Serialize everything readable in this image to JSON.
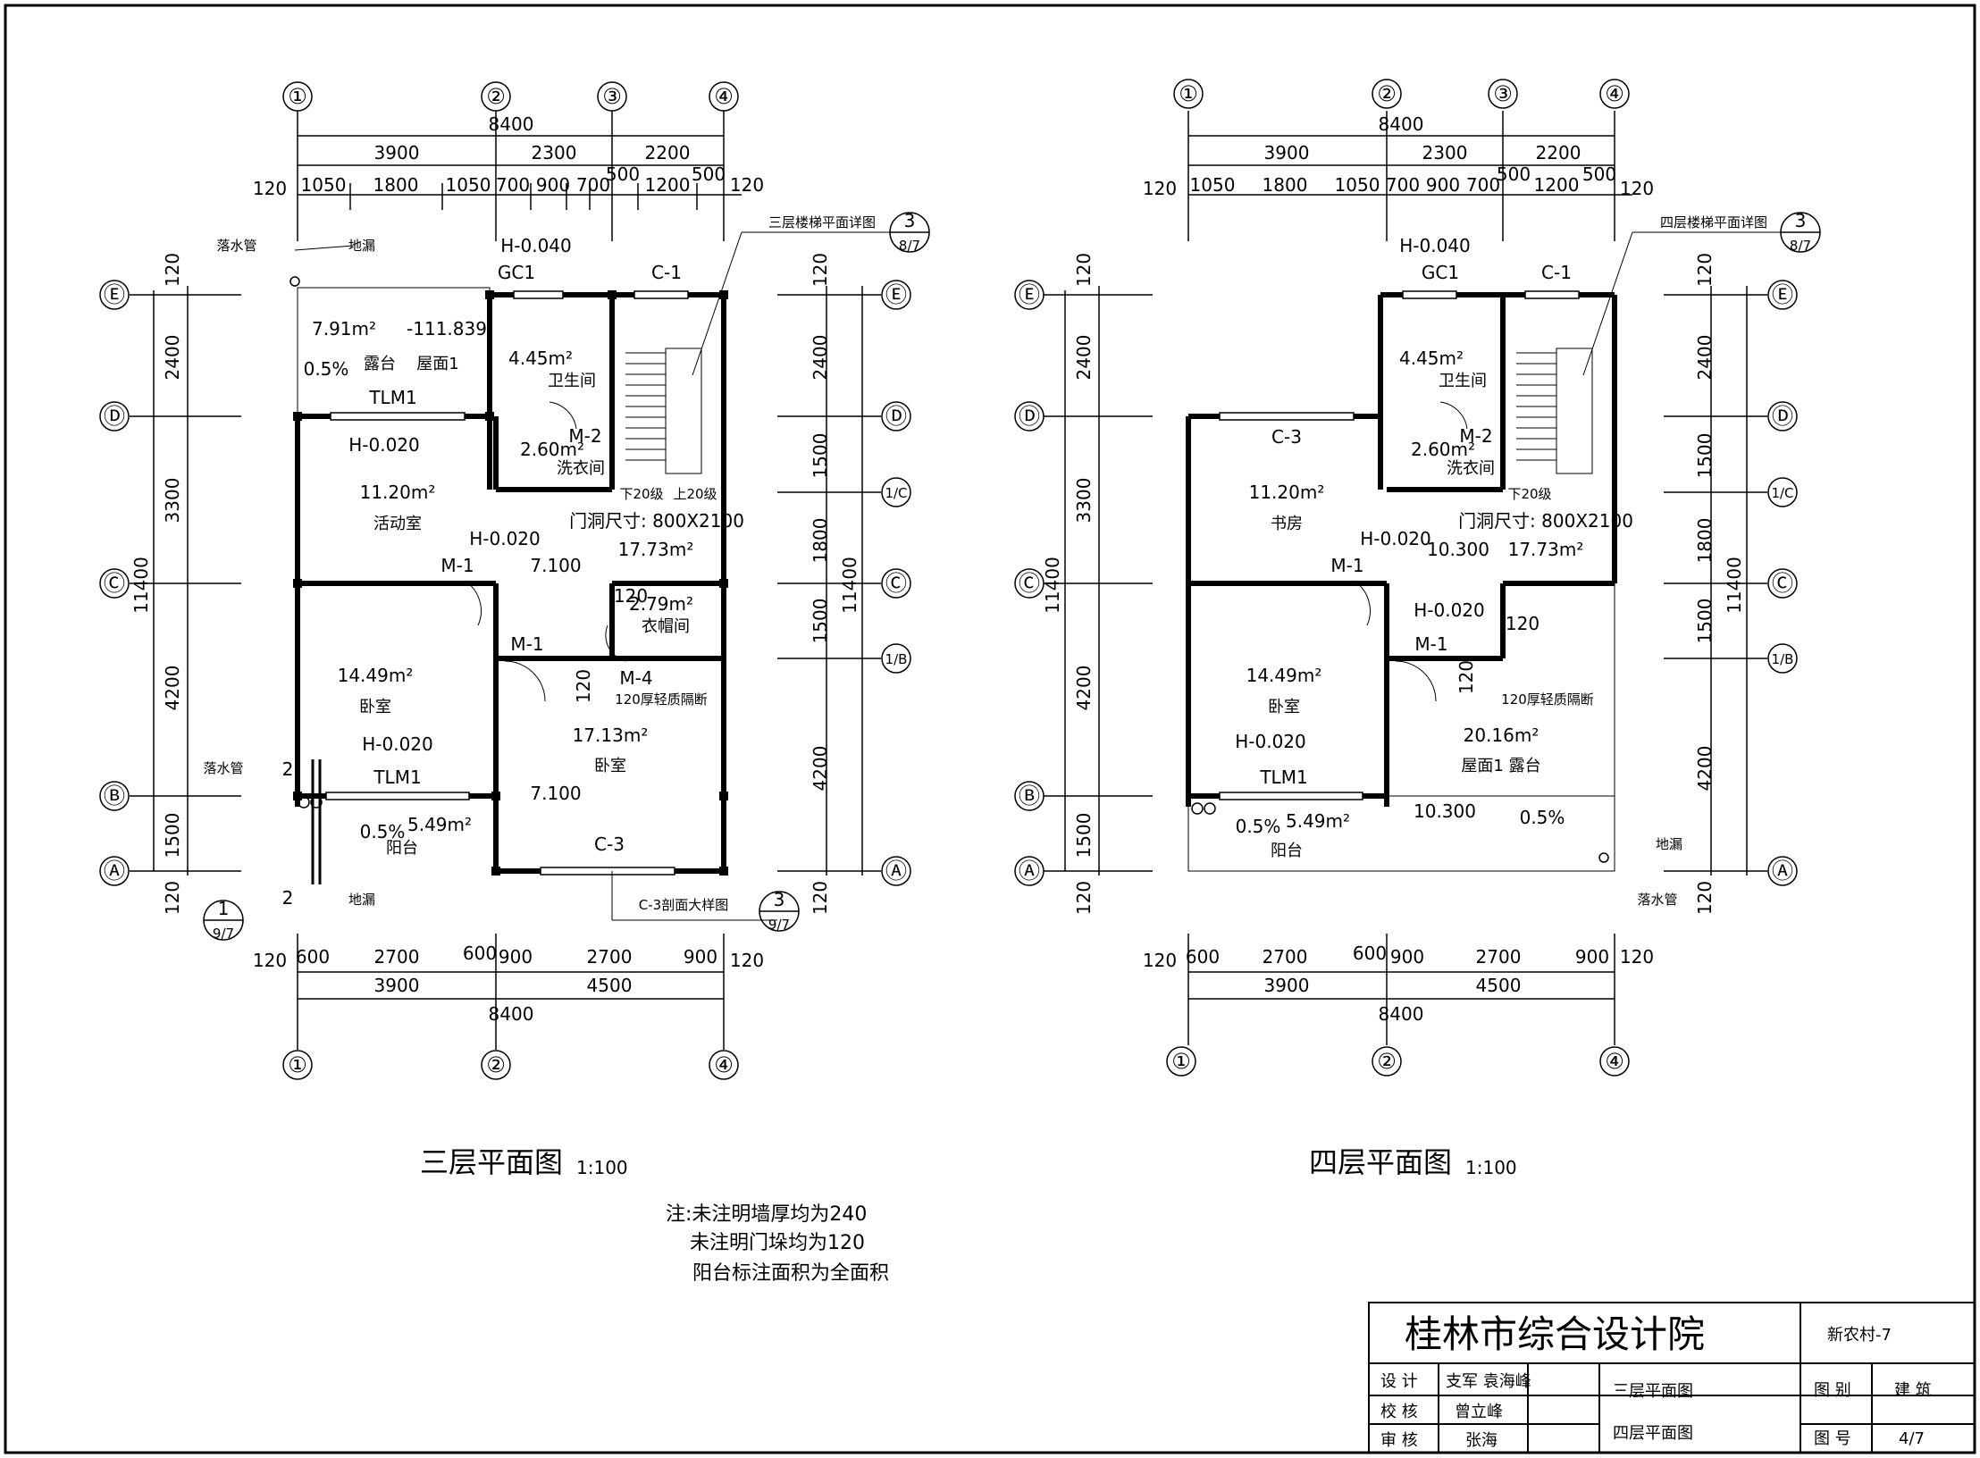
{
  "plan3": {
    "title": "三层平面图",
    "scale": "1:100",
    "axes_x": [
      "①",
      "②",
      "③",
      "④"
    ],
    "axes_y": [
      "Ⓔ",
      "Ⓓ",
      "Ⓒ",
      "Ⓑ",
      "Ⓐ"
    ],
    "axis_1c": "1/C",
    "axis_1b": "1/B",
    "dims_top_total": "8400",
    "dims_top_mid": [
      "3900",
      "2300",
      "2200"
    ],
    "dims_top_detail": [
      "120",
      "1050",
      "1800",
      "1050",
      "700",
      "900",
      "700",
      "500",
      "1200",
      "500",
      "120"
    ],
    "dims_bottom_detail": [
      "120",
      "600",
      "2700",
      "600",
      "900",
      "2700",
      "900",
      "120"
    ],
    "dims_bottom_mid": [
      "3900",
      "4500"
    ],
    "dims_bottom_total": "8400",
    "dims_left": [
      "120",
      "2400",
      "3300",
      "4200",
      "1500",
      "120"
    ],
    "dims_left_total": "11400",
    "dims_right": [
      "120",
      "2400",
      "1500",
      "1800",
      "1500",
      "4200",
      "120"
    ],
    "dims_right_total": "11400",
    "labels": {
      "downpipe_top": "落水管",
      "drain_top": "地漏",
      "downpipe_bottom": "落水管",
      "drain_bottom": "地漏",
      "stair_detail": "三层楼梯平面详图",
      "c3_detail": "C-3剖面大样图",
      "detail_3": "3",
      "detail_87": "8/7",
      "detail_97a": "9/7",
      "detail_1": "1",
      "detail_97b": "9/7",
      "section_2": "2",
      "h_0040": "H-0.040",
      "gc1": "GC1",
      "c1": "C-1",
      "terrace_area": "7.91m²",
      "elev_111": "-111.839",
      "slope": "0.5%",
      "terrace": "露台",
      "roof1": "屋面1",
      "wc_area": "4.45m²",
      "wc": "卫生间",
      "tlm1": "TLM1",
      "h_0020a": "H-0.020",
      "m2": "M-2",
      "laundry_area": "2.60m²",
      "laundry": "洗衣间",
      "down20": "下20级",
      "up20": "上20级",
      "door_size": "门洞尺寸: 800X2100",
      "activity_area": "11.20m²",
      "activity": "活动室",
      "h_0020b": "H-0.020",
      "stair_area": "17.73m²",
      "m1a": "M-1",
      "elev_7100a": "7.100",
      "closet_area": "2.79m²",
      "closet": "衣帽间",
      "w120a": "120",
      "m1b": "M-1",
      "m4": "M-4",
      "partition": "120厚轻质隔断",
      "w120b": "120",
      "bed1_area": "14.49m²",
      "bed1": "卧室",
      "bed2_area": "17.13m²",
      "bed2": "卧室",
      "h_0020c": "H-0.020",
      "tlm1b": "TLM1",
      "elev_7100b": "7.100",
      "balc_slope": "0.5%",
      "balc_area": "5.49m²",
      "balcony": "阳台",
      "c3": "C-3"
    }
  },
  "plan4": {
    "title": "四层平面图",
    "scale": "1:100",
    "labels": {
      "stair_detail": "四层楼梯平面详图",
      "detail_3": "3",
      "detail_87": "8/7",
      "h_0040": "H-0.040",
      "gc1": "GC1",
      "c1": "C-1",
      "wc_area": "4.45m²",
      "wc": "卫生间",
      "c3a": "C-3",
      "m2": "M-2",
      "laundry_area": "2.60m²",
      "laundry": "洗衣间",
      "down20": "下20级",
      "study_area": "11.20m²",
      "study": "书房",
      "door_size": "门洞尺寸: 800X2100",
      "h_0020a": "H-0.020",
      "elev_10300a": "10.300",
      "stair_area": "17.73m²",
      "m1a": "M-1",
      "h_0020b": "H-0.020",
      "w120a": "120",
      "m1b": "M-1",
      "w120b": "120",
      "partition": "120厚轻质隔断",
      "bed_area": "14.49m²",
      "bed": "卧室",
      "terr_area": "20.16m²",
      "roof_terr": "屋面1  露台",
      "h_0020c": "H-0.020",
      "tlm1": "TLM1",
      "elev_10300b": "10.300",
      "slope": "0.5%",
      "balc_slope": "0.5%",
      "balc_area": "5.49m²",
      "balcony": "阳台",
      "drain": "地漏",
      "downpipe": "落水管"
    }
  },
  "notes": {
    "line1": "注:未注明墙厚均为240",
    "line2": "未注明门垛均为120",
    "line3": "阳台标注面积为全面积"
  },
  "title_block": {
    "company": "桂林市综合设计院",
    "project": "新农村-7",
    "design_label": "设  计",
    "design_names": "支军  袁海峰",
    "check_label": "校  核",
    "check_name": "曾立峰",
    "review_label": "审  核",
    "review_name": "张海",
    "sheet1": "三层平面图",
    "sheet2": "四层平面图",
    "category_label": "图  别",
    "category": "建  筑",
    "number_label": "图  号",
    "number": "4/7"
  }
}
